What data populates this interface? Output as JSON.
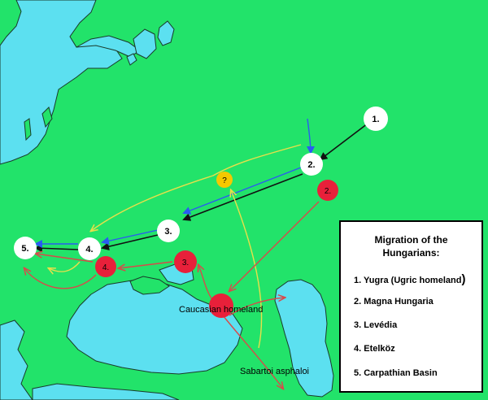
{
  "map": {
    "colors": {
      "land": "#22e36a",
      "water": "#5ce0f0",
      "coast": "#1a3a2a",
      "arrow_black": "#111111",
      "arrow_blue": "#2a5cf0",
      "arrow_yellow": "#e8e04a",
      "arrow_red": "#d84a4a",
      "node_white": "#ffffff",
      "node_red": "#e8203a",
      "node_yellow": "#f5c800"
    },
    "nodes": {
      "n1": "1.",
      "n2": "2.",
      "n3": "3.",
      "n4": "4.",
      "n5": "5.",
      "r2": "2.",
      "r3": "3.",
      "r4": "4.",
      "q": "?"
    },
    "labels": {
      "caucasian": "Caucasian homeland",
      "sabartoi": "Sabartoi asphaloi"
    }
  },
  "legend": {
    "title_line1": "Migration of the",
    "title_line2": "Hungarians:",
    "items": [
      "1. Yugra (Ugric homeland",
      "2. Magna Hungaria",
      "3. Levédia",
      "4. Etelköz",
      "5. Carpathian Basin"
    ],
    "item1_paren": ")"
  }
}
